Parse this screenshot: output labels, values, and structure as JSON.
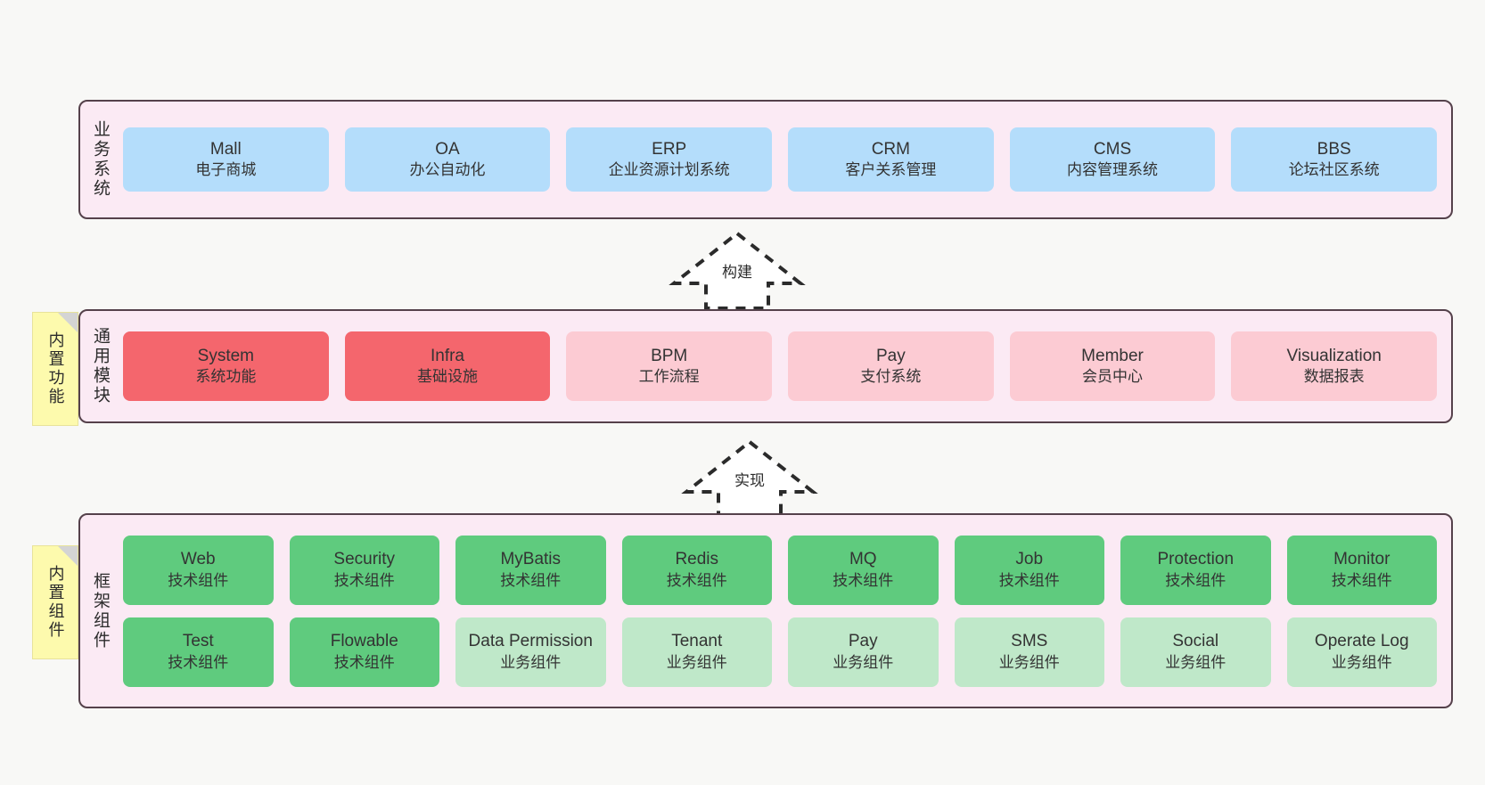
{
  "diagram": {
    "background_color": "#f8f8f6",
    "layer_border_color": "#55414b",
    "layer_background_color": "#fbeaf4",
    "note_color": "#fdfaad",
    "colors": {
      "business": "#b4ddfb",
      "module_active": "#f4666d",
      "module_inactive": "#fccbd3",
      "tech_component": "#5fcb7e",
      "biz_component": "#bfe8c9"
    }
  },
  "notes": [
    {
      "name": "builtin-function",
      "label": "内置功能"
    },
    {
      "name": "builtin-component",
      "label": "内置组件"
    }
  ],
  "arrows": [
    {
      "name": "build-arrow",
      "label": "构建"
    },
    {
      "name": "realize-arrow",
      "label": "实现"
    }
  ],
  "layers": [
    {
      "id": "business",
      "title": "业务系统",
      "rows": [
        {
          "cards": [
            {
              "en": "Mall",
              "cn": "电子商城",
              "color": "blue"
            },
            {
              "en": "OA",
              "cn": "办公自动化",
              "color": "blue"
            },
            {
              "en": "ERP",
              "cn": "企业资源计划系统",
              "color": "blue"
            },
            {
              "en": "CRM",
              "cn": "客户关系管理",
              "color": "blue"
            },
            {
              "en": "CMS",
              "cn": "内容管理系统",
              "color": "blue"
            },
            {
              "en": "BBS",
              "cn": "论坛社区系统",
              "color": "blue"
            }
          ]
        }
      ]
    },
    {
      "id": "common",
      "title": "通用模块",
      "rows": [
        {
          "cards": [
            {
              "en": "System",
              "cn": "系统功能",
              "color": "red"
            },
            {
              "en": "Infra",
              "cn": "基础设施",
              "color": "red"
            },
            {
              "en": "BPM",
              "cn": "工作流程",
              "color": "pink"
            },
            {
              "en": "Pay",
              "cn": "支付系统",
              "color": "pink"
            },
            {
              "en": "Member",
              "cn": "会员中心",
              "color": "pink"
            },
            {
              "en": "Visualization",
              "cn": "数据报表",
              "color": "pink"
            }
          ]
        }
      ]
    },
    {
      "id": "frame",
      "title": "框架组件",
      "rows": [
        {
          "cards": [
            {
              "en": "Web",
              "cn": "技术组件",
              "color": "green"
            },
            {
              "en": "Security",
              "cn": "技术组件",
              "color": "green"
            },
            {
              "en": "MyBatis",
              "cn": "技术组件",
              "color": "green"
            },
            {
              "en": "Redis",
              "cn": "技术组件",
              "color": "green"
            },
            {
              "en": "MQ",
              "cn": "技术组件",
              "color": "green"
            },
            {
              "en": "Job",
              "cn": "技术组件",
              "color": "green"
            },
            {
              "en": "Protection",
              "cn": "技术组件",
              "color": "green"
            },
            {
              "en": "Monitor",
              "cn": "技术组件",
              "color": "green"
            }
          ]
        },
        {
          "cards": [
            {
              "en": "Test",
              "cn": "技术组件",
              "color": "green"
            },
            {
              "en": "Flowable",
              "cn": "技术组件",
              "color": "green"
            },
            {
              "en": "Data Permission",
              "cn": "业务组件",
              "color": "lightgreen"
            },
            {
              "en": "Tenant",
              "cn": "业务组件",
              "color": "lightgreen"
            },
            {
              "en": "Pay",
              "cn": "业务组件",
              "color": "lightgreen"
            },
            {
              "en": "SMS",
              "cn": "业务组件",
              "color": "lightgreen"
            },
            {
              "en": "Social",
              "cn": "业务组件",
              "color": "lightgreen"
            },
            {
              "en": "Operate Log",
              "cn": "业务组件",
              "color": "lightgreen"
            }
          ]
        }
      ]
    }
  ]
}
